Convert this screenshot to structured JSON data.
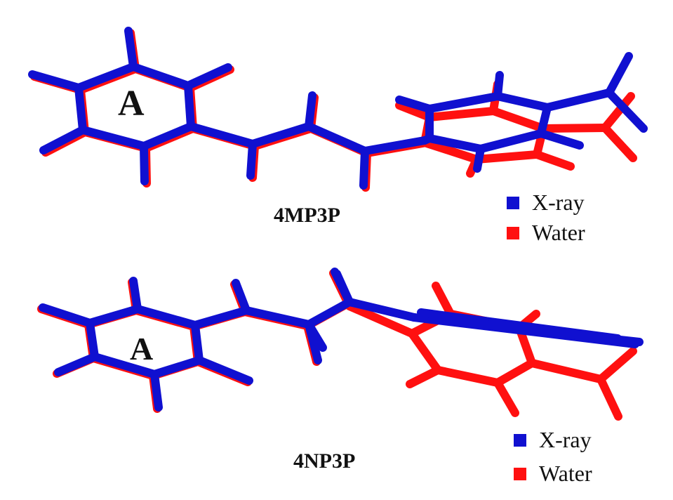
{
  "colors": {
    "xray": "#1010d0",
    "water": "#ff1010"
  },
  "panels": [
    {
      "compound": "4MP3P",
      "ring_label": "A",
      "legend": [
        {
          "label": "X-ray",
          "color": "#1010d0"
        },
        {
          "label": "Water",
          "color": "#ff1010"
        }
      ]
    },
    {
      "compound": "4NP3P",
      "ring_label": "A",
      "legend": [
        {
          "label": "X-ray",
          "color": "#1010d0"
        },
        {
          "label": "Water",
          "color": "#ff1010"
        }
      ]
    }
  ]
}
